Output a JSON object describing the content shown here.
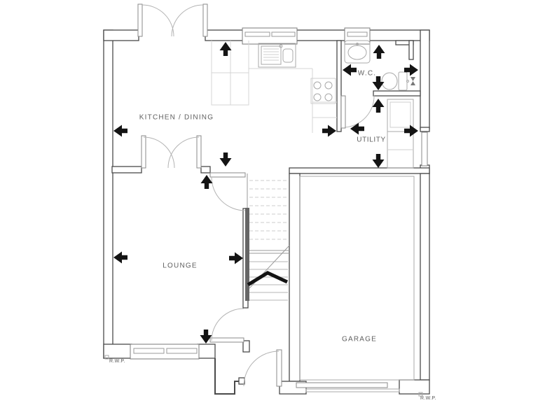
{
  "plan": {
    "rooms": {
      "kitchen_dining": {
        "label": "KITCHEN / DINING"
      },
      "wc": {
        "label": "W.C."
      },
      "utility": {
        "label": "UTILITY"
      },
      "lounge": {
        "label": "LOUNGE"
      },
      "garage": {
        "label": "GARAGE"
      }
    },
    "annotations": {
      "rwp_left": {
        "label": "R.W.P."
      },
      "rwp_right": {
        "label": "R.W.P."
      }
    },
    "fixtures": [
      "kitchen-sink",
      "hob",
      "kitchen-counter",
      "wc-basin",
      "toilet",
      "stop-valve",
      "utility-appliance",
      "stairs"
    ],
    "doors": [
      "rear-french-doors",
      "kitchen-lounge-french-doors",
      "kitchen-hall-door",
      "wc-door",
      "lounge-door",
      "front-door",
      "utility-back-door",
      "garage-door"
    ],
    "windows": [
      "kitchen-window",
      "wc-window",
      "lounge-window"
    ],
    "arrow_count": 16,
    "colors": {
      "background": "#ffffff",
      "wall_outline": "#4a4a4a",
      "fixture_line": "#a9a9a9",
      "arrow": "#141414",
      "label_text": "#5f5f5f"
    }
  }
}
